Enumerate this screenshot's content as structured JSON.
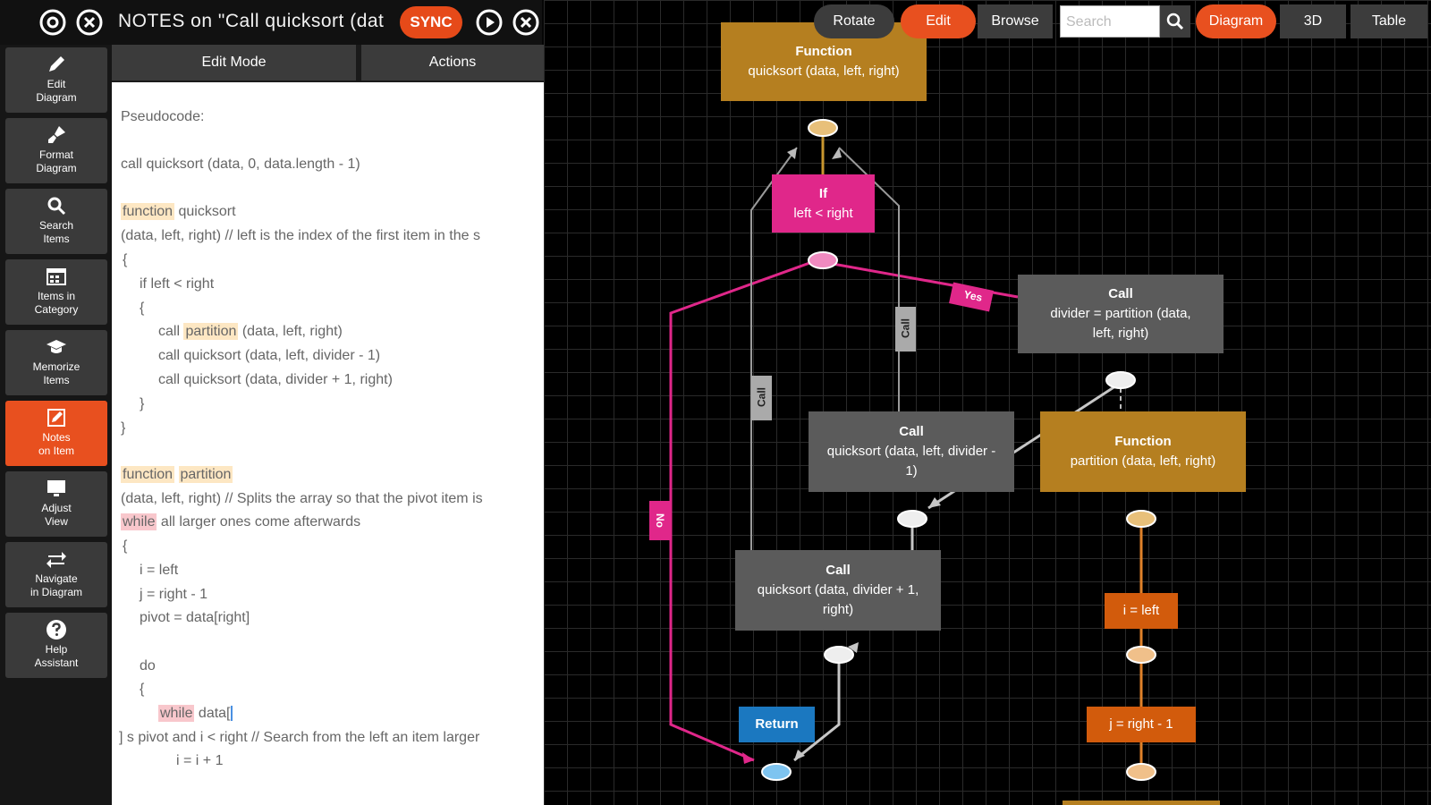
{
  "header": {
    "title": "NOTES on \"Call quicksort (dat",
    "sync_label": "SYNC"
  },
  "sidebar": {
    "items": [
      {
        "label": "Edit\nDiagram",
        "icon": "pencil-icon"
      },
      {
        "label": "Format\nDiagram",
        "icon": "brush-icon"
      },
      {
        "label": "Search\nItems",
        "icon": "search-icon"
      },
      {
        "label": "Items in\nCategory",
        "icon": "category-icon"
      },
      {
        "label": "Memorize\nItems",
        "icon": "graduation-cap-icon"
      },
      {
        "label": "Notes\non Item",
        "icon": "notes-icon",
        "active": true
      },
      {
        "label": "Adjust\nView",
        "icon": "monitor-icon"
      },
      {
        "label": "Navigate\nin Diagram",
        "icon": "arrows-swap-icon"
      },
      {
        "label": "Help\nAssistant",
        "icon": "help-icon"
      }
    ]
  },
  "tabs": {
    "edit_mode": "Edit Mode",
    "actions": "Actions"
  },
  "notes": {
    "lines": [
      {
        "text": "Pseudocode:"
      },
      {
        "text": "call quicksort (data, 0, data.length - 1)"
      },
      {
        "hl": "function",
        "rest": " quicksort"
      },
      {
        "text": " (data, left, right) // left is the index of the first item in the s"
      },
      {
        "text": "{"
      },
      {
        "text": "if left < right"
      },
      {
        "text": "{"
      },
      {
        "pre": "call ",
        "hl": "partition",
        "rest": " (data, left, right)"
      },
      {
        "text": "call quicksort (data, left, divider - 1)"
      },
      {
        "text": "call quicksort (data, divider + 1, right)"
      },
      {
        "text": "}"
      },
      {
        "text": "}"
      },
      {
        "hl": "function",
        "mid": " ",
        "hl2": "partition"
      },
      {
        "text": " (data, left, right) // Splits the array so that the pivot item is"
      },
      {
        "hl": "while",
        "rest": " all larger ones come afterwards"
      },
      {
        "text": "{"
      },
      {
        "text": "i = left"
      },
      {
        "text": "j = right - 1"
      },
      {
        "text": "pivot = data[right]"
      },
      {
        "text": "do"
      },
      {
        "text": "{"
      },
      {
        "hl": "while",
        "rest": " data["
      },
      {
        "text": "] s pivot and i < right // Search from the left an item larger"
      },
      {
        "text": "i = i + 1"
      }
    ]
  },
  "toolbar": {
    "rotate": "Rotate",
    "edit": "Edit",
    "browse": "Browse",
    "search_placeholder": "Search",
    "diagram": "Diagram",
    "view_3d": "3D",
    "table": "Table"
  },
  "diagram": {
    "nodes": {
      "function_quicksort": {
        "title": "Function",
        "body": "quicksort (data, left, right)"
      },
      "if_node": {
        "title": "If",
        "body": "left < right"
      },
      "call_partition": {
        "title": "Call",
        "body": "divider = partition (data, left, right)"
      },
      "call_qs_left": {
        "title": "Call",
        "body": "quicksort (data, left, divider - 1)"
      },
      "function_partition": {
        "title": "Function",
        "body": "partition (data, left, right)"
      },
      "call_qs_right": {
        "title": "Call",
        "body": "quicksort (data, divider + 1, right)"
      },
      "return_node": {
        "title": "Return"
      },
      "assign_i": {
        "body": "i = left"
      },
      "assign_j": {
        "body": "j = right - 1"
      }
    },
    "edge_labels": {
      "yes": "Yes",
      "no": "No",
      "call1": "Call",
      "call2": "Call"
    },
    "colors": {
      "function": "#b57f20",
      "call": "#5b5b5b",
      "if": "#e0278a",
      "return": "#1b78c0",
      "statement": "#d25b0c"
    }
  }
}
